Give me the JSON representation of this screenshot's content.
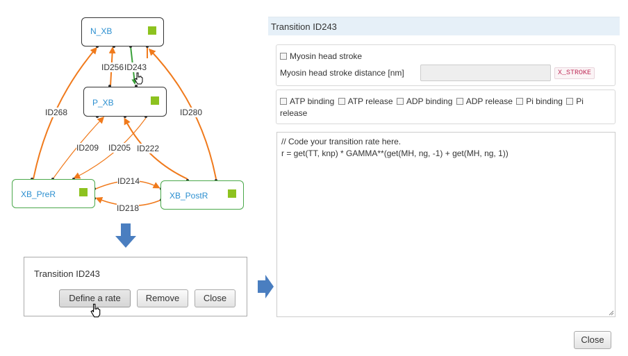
{
  "diagram": {
    "nodes": {
      "n_xb": "N_XB",
      "p_xb": "P_XB",
      "xb_prer": "XB_PreR",
      "xb_postr": "XB_PostR"
    },
    "edges": {
      "id256": "ID256",
      "id243": "ID243",
      "id268": "ID268",
      "id280": "ID280",
      "id209": "ID209",
      "id205": "ID205",
      "id222": "ID222",
      "id214": "ID214",
      "id218": "ID218"
    },
    "colors": {
      "edge": "#f07a1c",
      "selected_edge": "#3aa03a",
      "state_square": "#8dc21f",
      "node_label": "#2b8fd0"
    }
  },
  "small_dialog": {
    "title": "Transition ID243",
    "buttons": {
      "define": "Define a rate",
      "remove": "Remove",
      "close": "Close"
    }
  },
  "panel": {
    "title": "Transition ID243",
    "stroke": {
      "checkbox_label": "Myosin head stroke",
      "distance_label": "Myosin head stroke distance [nm]",
      "distance_value": "",
      "tag": "X_STROKE"
    },
    "bindings": {
      "atp_binding": "ATP binding",
      "atp_release": "ATP release",
      "adp_binding": "ADP binding",
      "adp_release": "ADP release",
      "pi_binding": "Pi binding",
      "pi_release_line1": "Pi",
      "pi_release_line2": "release"
    },
    "code": {
      "line1": "// Code your transition rate here.",
      "line2": "r = get(TT, knp) * GAMMA**(get(MH, ng, -1) + get(MH, ng, 1))"
    },
    "close_button": "Close"
  }
}
